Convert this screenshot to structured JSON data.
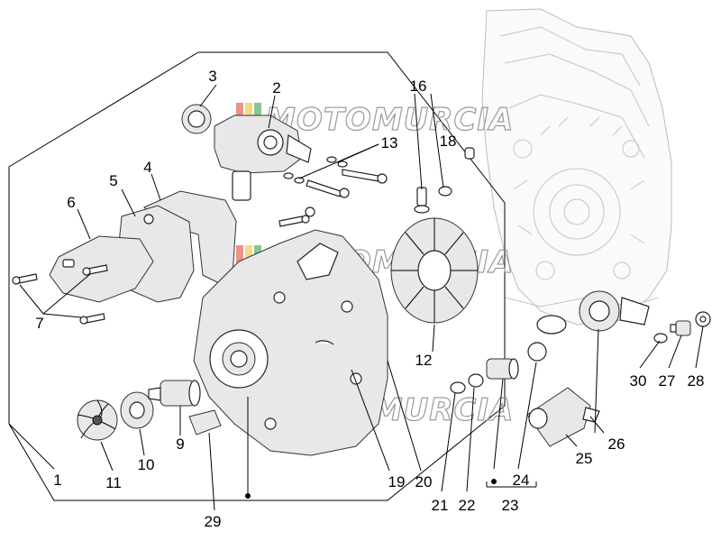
{
  "diagram": {
    "watermark": "MOTOMURCIA",
    "callouts": [
      {
        "id": "c1",
        "label": "1"
      },
      {
        "id": "c2",
        "label": "2"
      },
      {
        "id": "c3",
        "label": "3"
      },
      {
        "id": "c4",
        "label": "4"
      },
      {
        "id": "c5",
        "label": "5"
      },
      {
        "id": "c6",
        "label": "6"
      },
      {
        "id": "c7",
        "label": "7"
      },
      {
        "id": "c9",
        "label": "9"
      },
      {
        "id": "c10",
        "label": "10"
      },
      {
        "id": "c11",
        "label": "11"
      },
      {
        "id": "c12",
        "label": "12"
      },
      {
        "id": "c13",
        "label": "13"
      },
      {
        "id": "c16",
        "label": "16"
      },
      {
        "id": "c18",
        "label": "18"
      },
      {
        "id": "c19",
        "label": "19"
      },
      {
        "id": "c20",
        "label": "20"
      },
      {
        "id": "c21",
        "label": "21"
      },
      {
        "id": "c22",
        "label": "22"
      },
      {
        "id": "c23",
        "label": "23"
      },
      {
        "id": "c24",
        "label": "24"
      },
      {
        "id": "c25",
        "label": "25"
      },
      {
        "id": "c26",
        "label": "26"
      },
      {
        "id": "c27",
        "label": "27"
      },
      {
        "id": "c28",
        "label": "28"
      },
      {
        "id": "c29",
        "label": "29"
      },
      {
        "id": "c30",
        "label": "30"
      }
    ]
  }
}
